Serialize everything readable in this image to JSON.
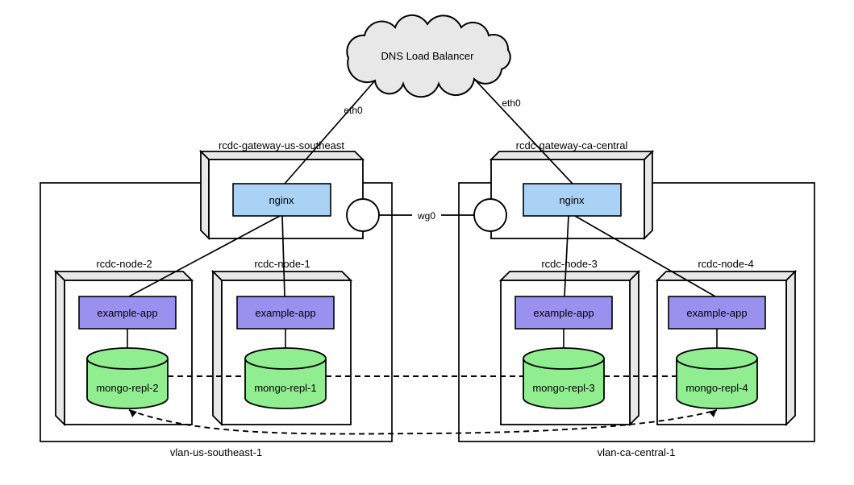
{
  "diagram": {
    "cloud": {
      "label": "DNS Load Balancer"
    },
    "interfaces": {
      "eth0_left": "eth0",
      "eth0_right": "eth0",
      "wg0": "wg0"
    },
    "gateways": [
      {
        "name": "rcdc-gateway-us-southeast",
        "service": "nginx"
      },
      {
        "name": "rcdc-gateway-ca-central",
        "service": "nginx"
      }
    ],
    "vlans": [
      {
        "name": "vlan-us-southeast-1"
      },
      {
        "name": "vlan-ca-central-1"
      }
    ],
    "nodes": [
      {
        "name": "rcdc-node-2",
        "app": "example-app",
        "db": "mongo-repl-2"
      },
      {
        "name": "rcdc-node-1",
        "app": "example-app",
        "db": "mongo-repl-1"
      },
      {
        "name": "rcdc-node-3",
        "app": "example-app",
        "db": "mongo-repl-3"
      },
      {
        "name": "rcdc-node-4",
        "app": "example-app",
        "db": "mongo-repl-4"
      }
    ],
    "colors": {
      "nginx_fill": "#a9d2f5",
      "app_fill": "#9a90ee",
      "db_fill": "#90ee90",
      "face_fill": "#e8e8e8",
      "stroke": "#000000"
    }
  }
}
